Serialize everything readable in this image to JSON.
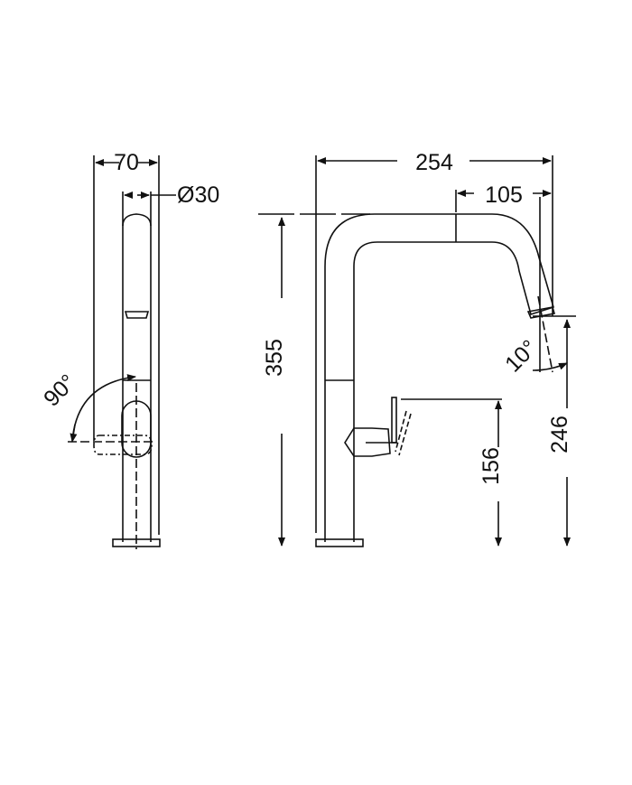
{
  "diagram": {
    "type": "technical-drawing",
    "subject": "pull-out kitchen faucet dimensions",
    "side_view": {
      "width_label": "70",
      "diameter_label": "Ø30",
      "rotation_label": "90°"
    },
    "front_view": {
      "total_width_label": "254",
      "spout_reach_label": "105",
      "height_label": "355",
      "spout_angle_label": "10°",
      "spout_clearance_label": "246",
      "lever_height_label": "156"
    }
  }
}
